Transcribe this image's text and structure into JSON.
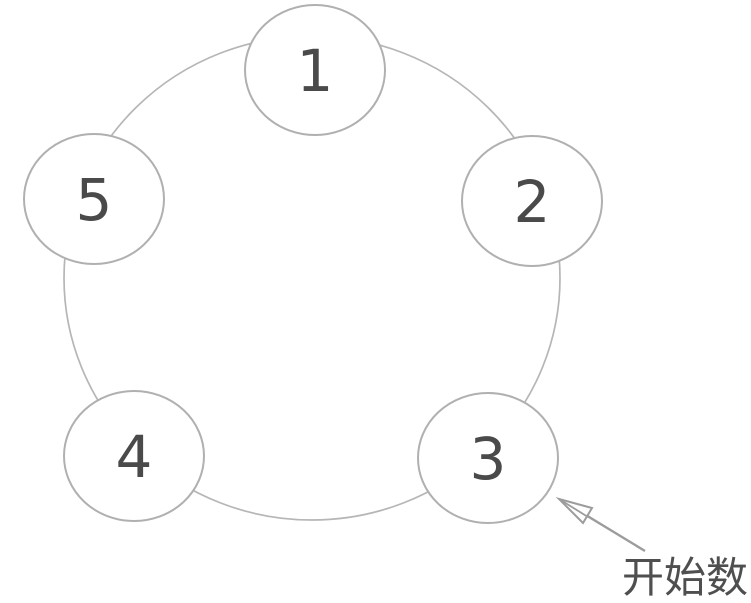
{
  "figure": {
    "nodes": [
      {
        "label": "1"
      },
      {
        "label": "2"
      },
      {
        "label": "3"
      },
      {
        "label": "4"
      },
      {
        "label": "5"
      }
    ],
    "annotation": {
      "label": "开始数",
      "points_to_node": "3"
    },
    "colors": {
      "background": "#ffffff",
      "ring_stroke": "#b6b6b6",
      "node_stroke": "#b0b0b0",
      "node_fill": "#ffffff",
      "number_text": "#4a4a4a",
      "arrow": "#9c9c9c",
      "annotation_text": "#4f4f4f"
    }
  }
}
